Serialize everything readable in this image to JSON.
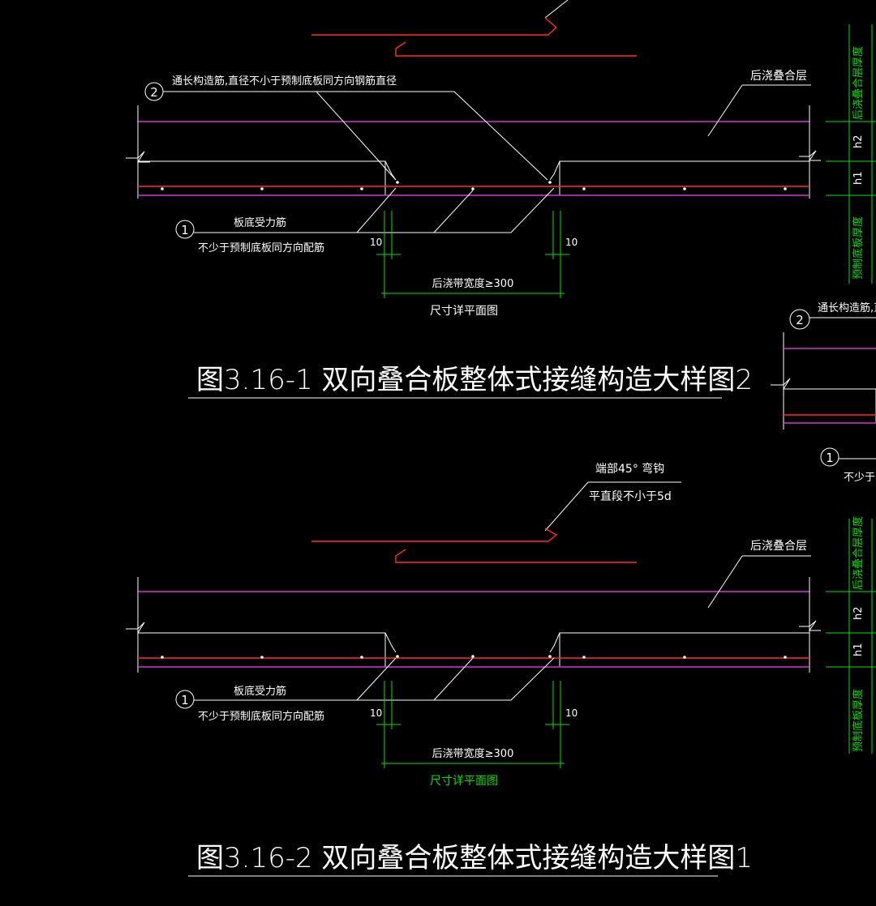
{
  "detail_2": {
    "callout_2_num": "2",
    "callout_2_text": "通长构造筋,直径不小于预制底板同方向钢筋直径",
    "topping_layer": "后浇叠合层",
    "callout_1_num": "1",
    "bottom_bar_label": "板底受力筋",
    "bottom_bar_note": "不少于预制底板同方向配筋",
    "dim_left": "10",
    "dim_right": "10",
    "band_width": "后浇带宽度≥300",
    "size_note": "尺寸详平面图",
    "title": "图3.16-1  双向叠合板整体式接缝构造大样图2",
    "side_top": "后浇叠合层厚度",
    "side_h2": "h2",
    "side_h1": "h1",
    "side_bottom": "预制底板厚度"
  },
  "detail_1": {
    "hook_note_1": "端部45° 弯钩",
    "hook_note_2": "平直段不小于5d",
    "topping_layer": "后浇叠合层",
    "callout_1_num": "1",
    "bottom_bar_label": "板底受力筋",
    "bottom_bar_note": "不少于预制底板同方向配筋",
    "dim_left": "10",
    "dim_right": "10",
    "band_width": "后浇带宽度≥300",
    "size_note": "尺寸详平面图",
    "title": "图3.16-2  双向叠合板整体式接缝构造大样图1",
    "side_top": "后浇叠合层厚度",
    "side_h2": "h2",
    "side_h1": "h1",
    "side_bottom": "预制底板厚度"
  },
  "partial_detail": {
    "callout_2_num": "2",
    "callout_2_text": "通长构造筋,直",
    "callout_1_num": "1",
    "bottom_bar_note": "不少于"
  },
  "colors": {
    "background": "#000000",
    "rebar_red": "#ff2a2a",
    "slab_magenta": "#d038d0",
    "dimension_green": "#00e000",
    "text_white": "#ffffff"
  }
}
